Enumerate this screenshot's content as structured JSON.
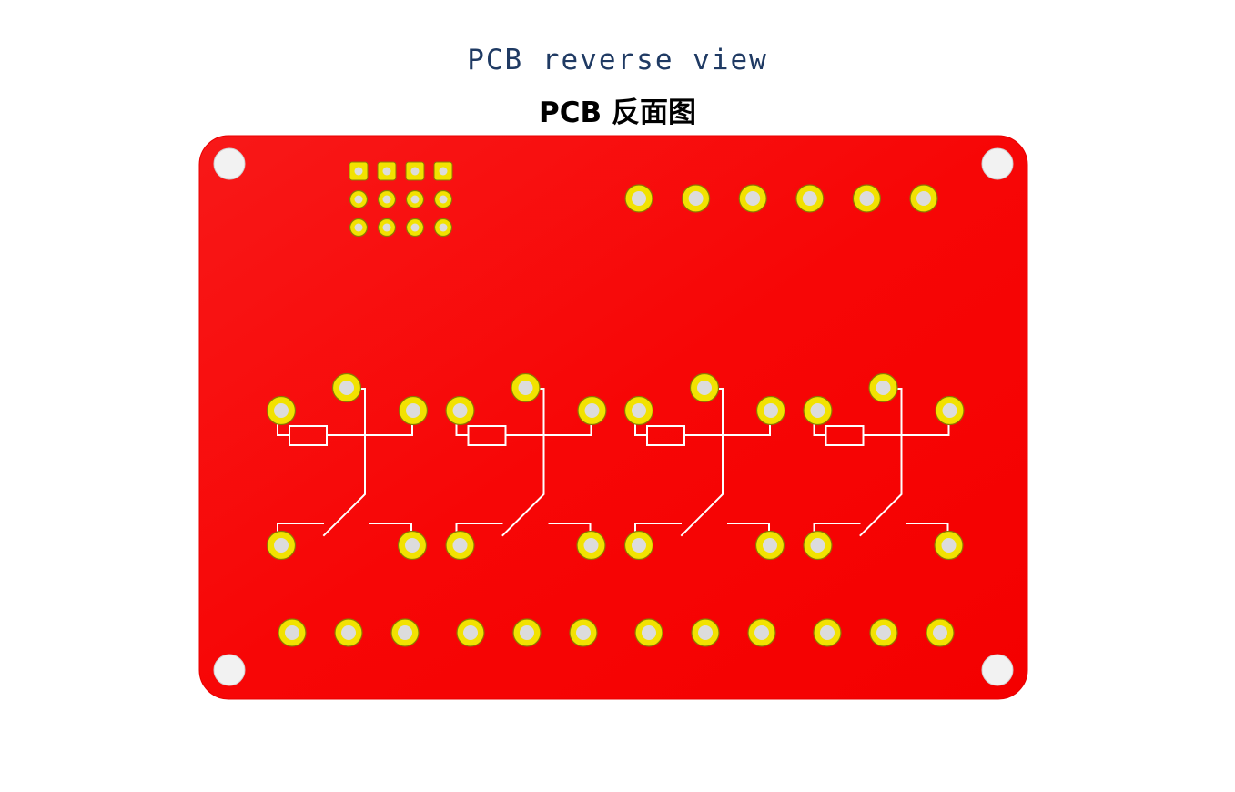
{
  "header": {
    "title_en": "PCB reverse view",
    "title_cn": "PCB 反面图"
  },
  "board": {
    "colors": {
      "substrate": "#f80b0b",
      "substrate_edge": "#e80000",
      "pad_ring": "#f2e200",
      "pad_hole": "#dcdcdc",
      "mount_hole": "#f2f2f2",
      "silkscreen": "#ffffff",
      "background": "#ffffff"
    },
    "relay_count": 4,
    "small_pin_grid": {
      "rows": 3,
      "cols": 4
    },
    "top_header_pins": 6,
    "bottom_terminal_groups": 4,
    "bottom_terminal_pins_per_group": 3
  }
}
